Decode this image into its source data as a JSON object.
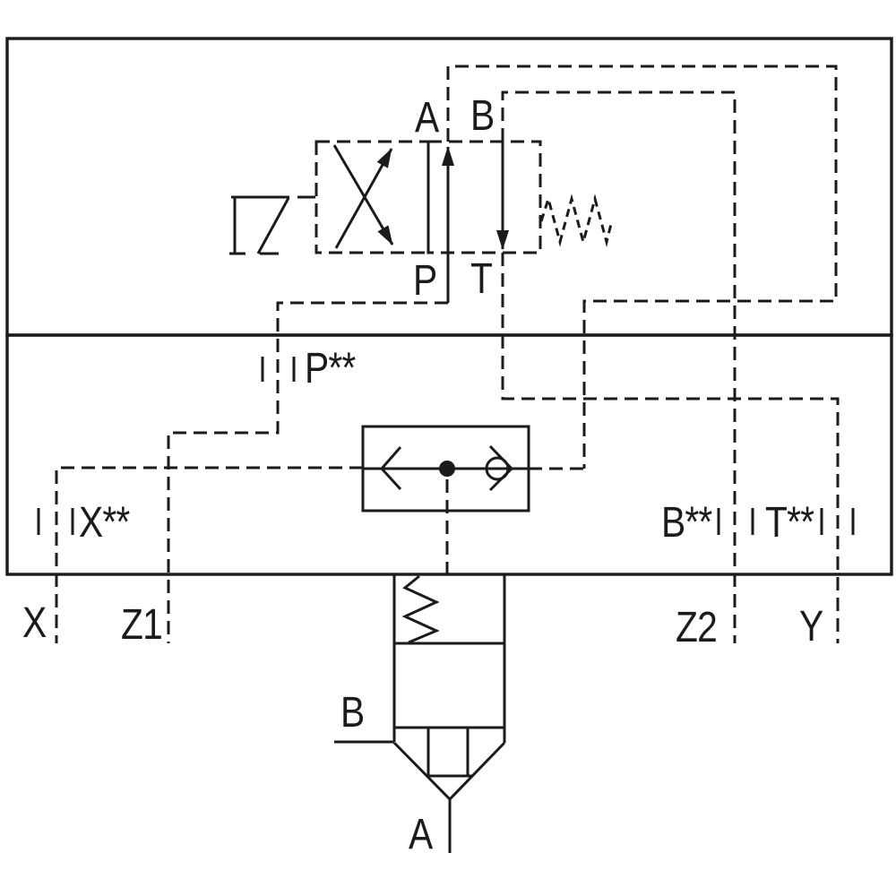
{
  "colors": {
    "line": "#1b1b1b",
    "background": "#ffffff"
  },
  "pilot_valve": {
    "ports": {
      "a": "A",
      "b": "B",
      "p": "P",
      "t": "T"
    }
  },
  "cover_plate_ports": {
    "p": "P**",
    "x": "X**",
    "b": "B**",
    "t": "T**"
  },
  "external_ports": {
    "x": "X",
    "z1": "Z1",
    "z2": "Z2",
    "y": "Y"
  },
  "cartridge_ports": {
    "b": "B",
    "a": "A"
  }
}
